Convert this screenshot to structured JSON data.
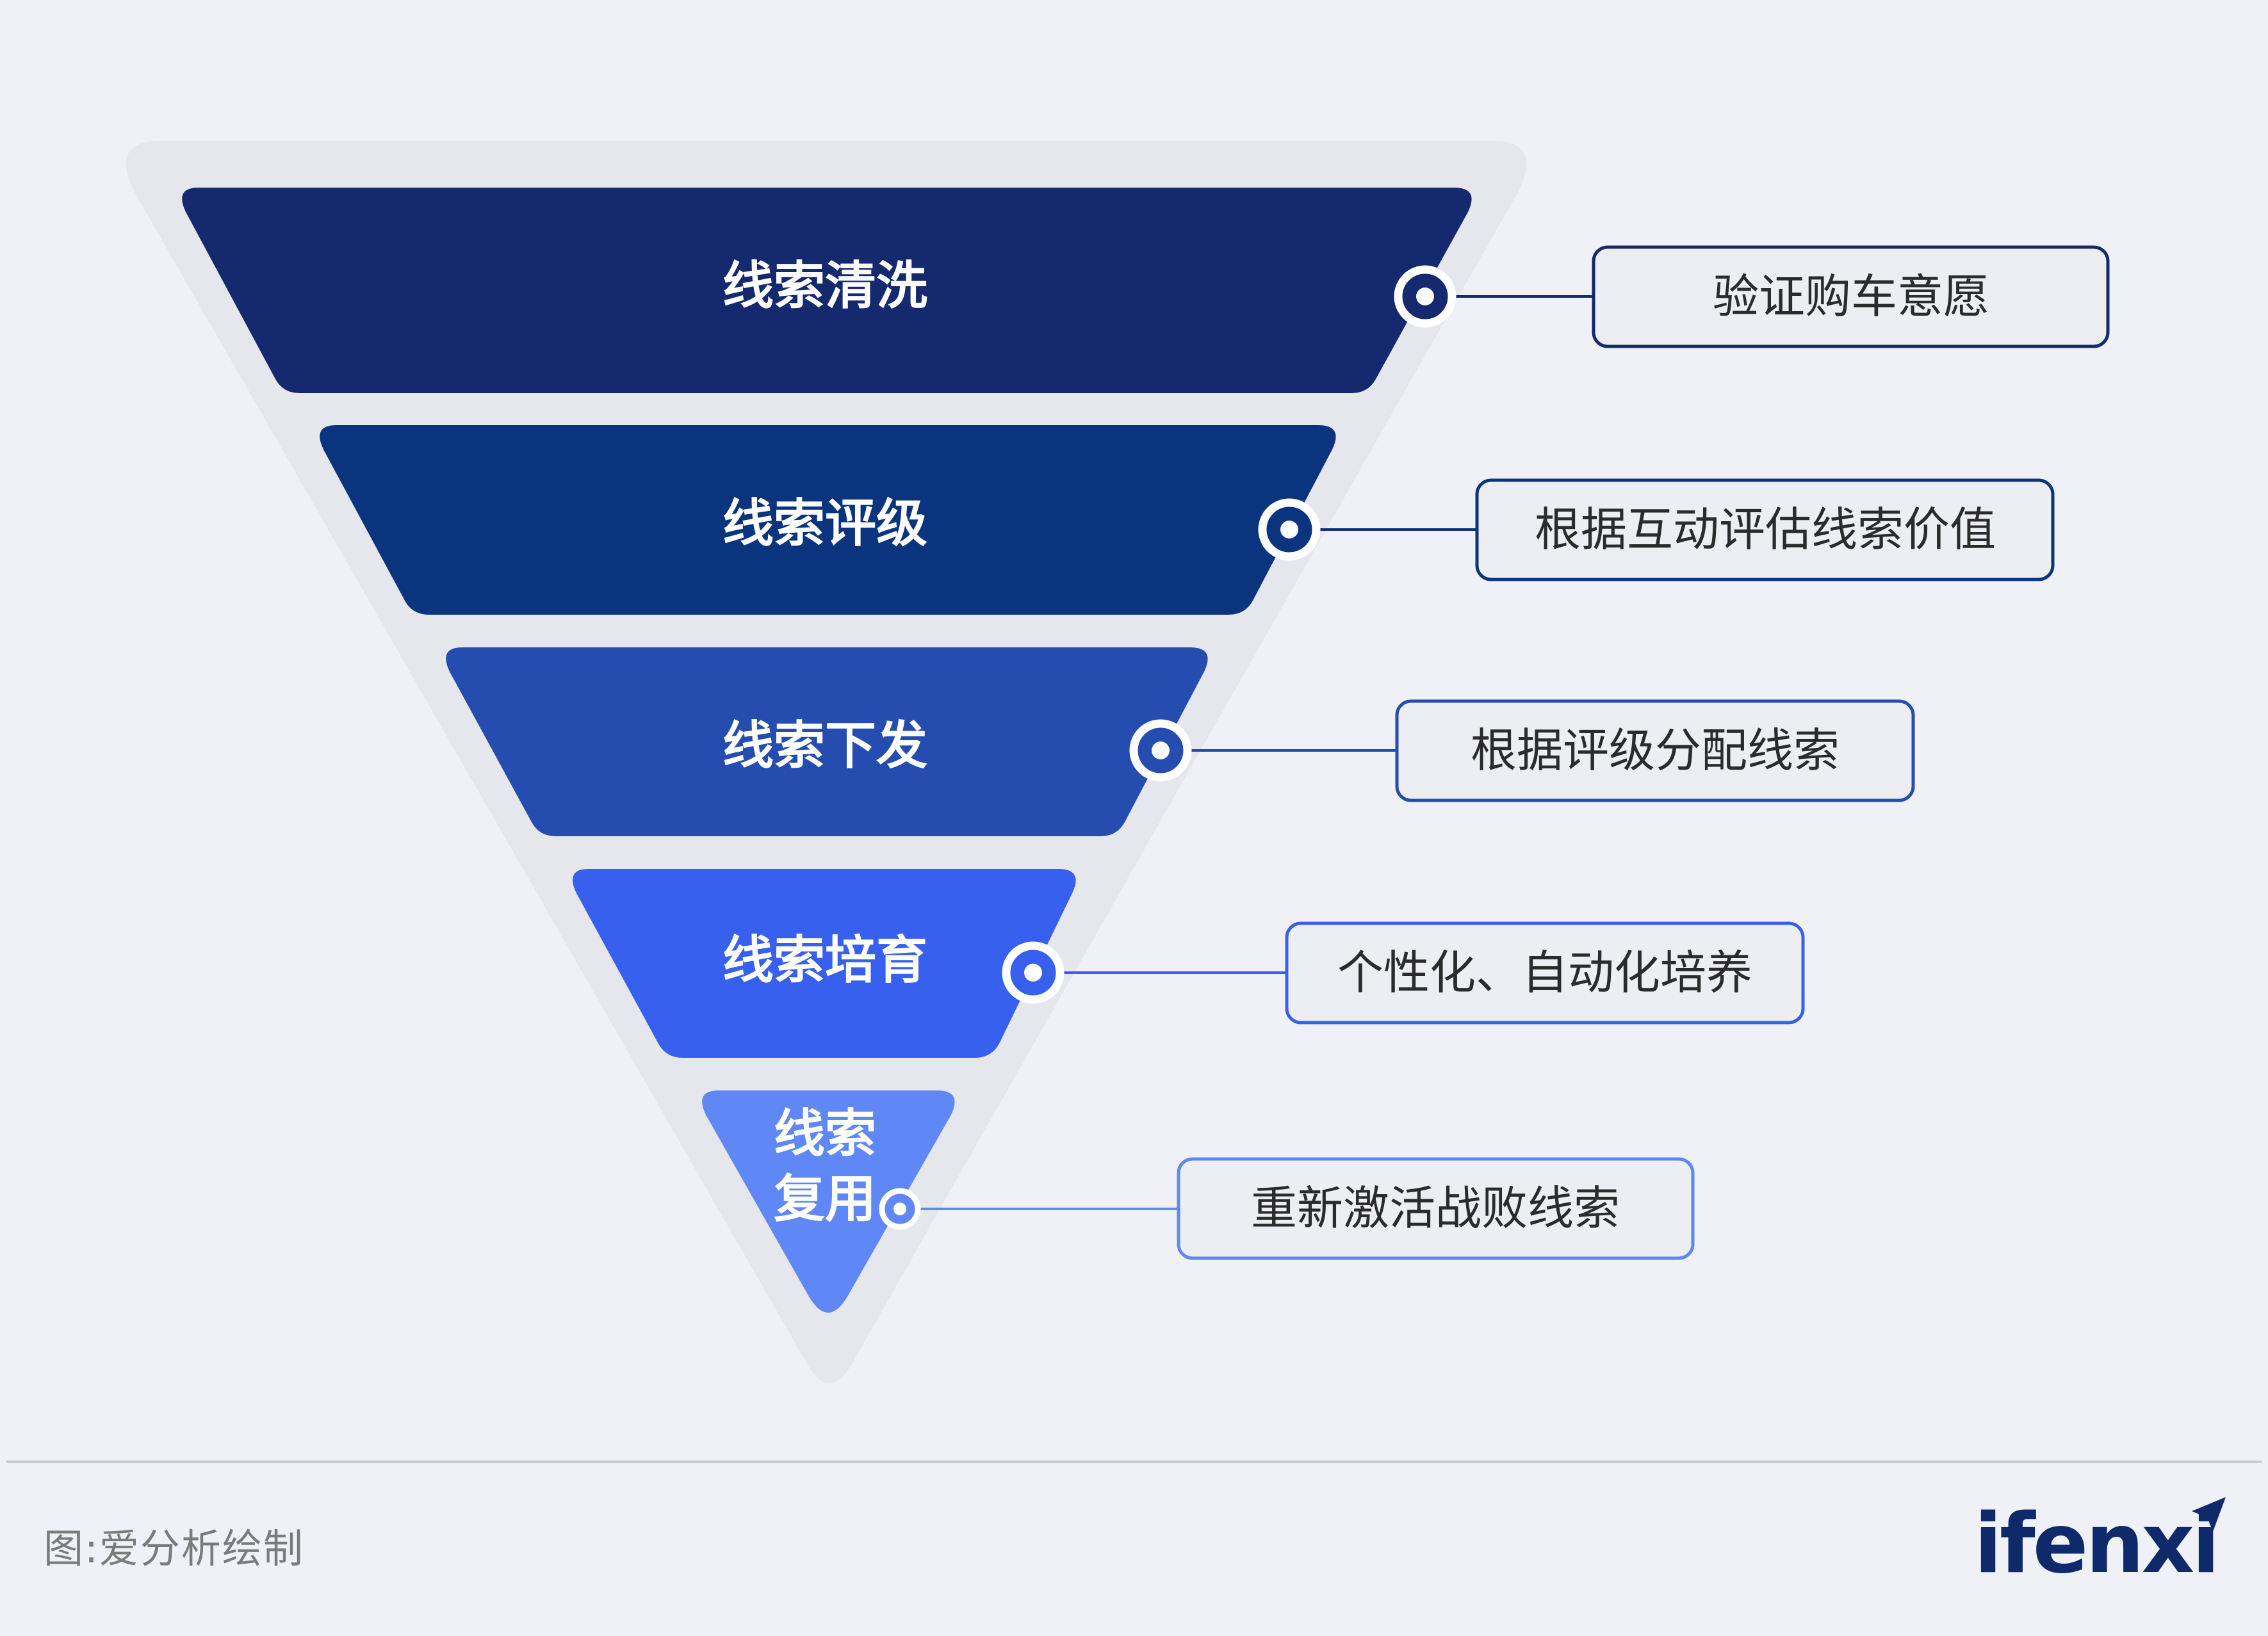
{
  "funnel": {
    "stages": [
      {
        "label": "线索清洗",
        "description": "验证购车意愿",
        "color": "#14296e"
      },
      {
        "label": "线索评级",
        "description": "根据互动评估线索价值",
        "color": "#0b347f"
      },
      {
        "label": "线索下发",
        "description": "根据评级分配线索",
        "color": "#254db0"
      },
      {
        "label": "线索培育",
        "description": "个性化、自动化培养",
        "color": "#3860ee"
      },
      {
        "label": "线索复用",
        "label_lines": [
          "线索",
          "复用"
        ],
        "description": "重新激活战败线索",
        "color": "#5f87f6"
      }
    ]
  },
  "footer": {
    "caption": "图:爱分析绘制",
    "logo": "ifenxi"
  },
  "colors": {
    "background": "#eff1f6",
    "funnel_shadow": "#e6e7ec",
    "logo": "#0e2a6b"
  }
}
